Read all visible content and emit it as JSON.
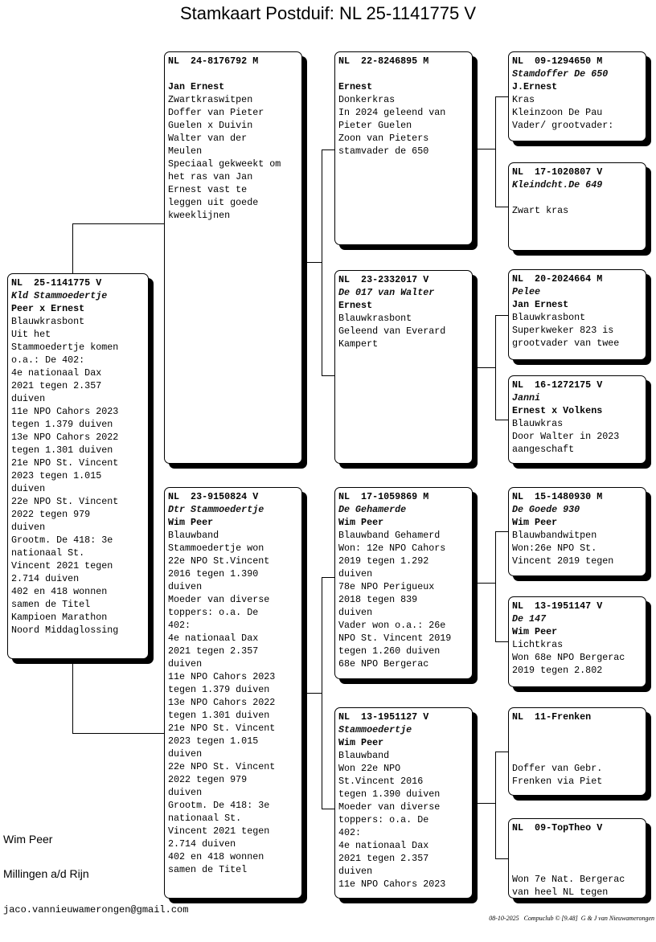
{
  "title": "Stamkaart Postduif: NL  25-1141775 V",
  "pigeons": [
    {
      "ring": "NL  25-1141775 V",
      "name": "Kld Stammoedertje",
      "breeder": "Peer x Ernest",
      "lines": [
        "Blauwkrasbont",
        "Uit het",
        "Stammoedertje komen",
        "o.a.: De 402:",
        "4e nationaal Dax",
        "2021 tegen 2.357",
        "duiven",
        "11e NPO Cahors 2023",
        "tegen 1.379 duiven",
        "13e NPO Cahors 2022",
        "tegen 1.301 duiven",
        "21e NPO St. Vincent",
        "2023 tegen 1.015",
        "duiven",
        "22e NPO St. Vincent",
        "2022 tegen 979",
        "duiven",
        "Grootm. De 418: 3e",
        "nationaal St.",
        "Vincent 2021 tegen",
        "2.714 duiven",
        "402 en 418 wonnen",
        "samen de Titel",
        "Kampioen Marathon",
        "Noord Middaglossing"
      ]
    },
    {
      "ring": "NL  24-8176792 M",
      "name": "",
      "breeder": "Jan Ernest",
      "lines": [
        "Zwartkraswitpen",
        "Doffer van Pieter",
        "Guelen x Duivin",
        "Walter van der",
        "Meulen",
        "Speciaal gekweekt om",
        "het ras van Jan",
        "Ernest vast te",
        "leggen uit goede",
        "kweeklijnen"
      ]
    },
    {
      "ring": "NL  23-9150824 V",
      "name": "Dtr Stammoedertje",
      "breeder": "Wim Peer",
      "lines": [
        "Blauwband",
        "Stammoedertje won",
        "22e NPO St.Vincent",
        "2016 tegen 1.390",
        "duiven",
        "Moeder van diverse",
        "toppers: o.a. De",
        "402:",
        "4e nationaal Dax",
        "2021 tegen 2.357",
        "duiven",
        "11e NPO Cahors 2023",
        "tegen 1.379 duiven",
        "13e NPO Cahors 2022",
        "tegen 1.301 duiven",
        "21e NPO St. Vincent",
        "2023 tegen 1.015",
        "duiven",
        "22e NPO St. Vincent",
        "2022 tegen 979",
        "duiven",
        "Grootm. De 418: 3e",
        "nationaal St.",
        "Vincent 2021 tegen",
        "2.714 duiven",
        "402 en 418 wonnen",
        "samen de Titel"
      ]
    },
    {
      "ring": "NL  22-8246895 M",
      "name": "",
      "breeder": "Ernest",
      "lines": [
        "Donkerkras",
        "In 2024 geleend van",
        "Pieter Guelen",
        "Zoon van Pieters",
        "stamvader de 650"
      ]
    },
    {
      "ring": "NL  23-2332017 V",
      "name": "De 017 van Walter",
      "breeder": "Ernest",
      "lines": [
        "Blauwkrasbont",
        "Geleend van Everard",
        "Kampert"
      ]
    },
    {
      "ring": "NL  17-1059869 M",
      "name": "De Gehamerde",
      "breeder": "Wim Peer",
      "lines": [
        "Blauwband Gehamerd",
        "Won: 12e NPO Cahors",
        "2019 tegen 1.292",
        "duiven",
        "78e NPO Perigueux",
        "2018 tegen 839",
        "duiven",
        "Vader won o.a.: 26e",
        "NPO St. Vincent 2019",
        "tegen 1.260 duiven",
        "68e NPO Bergerac"
      ]
    },
    {
      "ring": "NL  13-1951127 V",
      "name": "Stammoedertje",
      "breeder": "Wim Peer",
      "lines": [
        "Blauwband",
        "Won 22e NPO",
        "St.Vincent 2016",
        "tegen 1.390 duiven",
        "Moeder van diverse",
        "toppers: o.a. De",
        "402:",
        "4e nationaal Dax",
        "2021 tegen 2.357",
        "duiven",
        "11e NPO Cahors 2023"
      ]
    },
    {
      "ring": "NL  09-1294650 M",
      "name": "Stamdoffer De 650",
      "breeder": "J.Ernest",
      "lines": [
        "Kras",
        "Kleinzoon De Pau",
        "Vader/ grootvader:"
      ]
    },
    {
      "ring": "NL  17-1020807 V",
      "name": "Kleindcht.De 649",
      "breeder": "",
      "lines": [
        "Zwart kras"
      ]
    },
    {
      "ring": "NL  20-2024664 M",
      "name": "Pelee",
      "breeder": "Jan Ernest",
      "lines": [
        "Blauwkrasbont",
        "Superkweker 823 is",
        "grootvader van twee"
      ]
    },
    {
      "ring": "NL  16-1272175 V",
      "name": "Janni",
      "breeder": "Ernest x Volkens",
      "lines": [
        "Blauwkras",
        "Door Walter in 2023",
        "aangeschaft"
      ]
    },
    {
      "ring": "NL  15-1480930 M",
      "name": "De Goede 930",
      "breeder": "Wim Peer",
      "lines": [
        "Blauwbandwitpen",
        "Won:26e NPO St.",
        "Vincent 2019 tegen"
      ]
    },
    {
      "ring": "NL  13-1951147 V",
      "name": "De 147",
      "breeder": "Wim Peer",
      "lines": [
        "Lichtkras",
        "Won 68e NPO Bergerac",
        "2019 tegen 2.802"
      ]
    },
    {
      "ring": "NL  11-Frenken",
      "name": "",
      "breeder": "",
      "lines": [
        "",
        "Doffer van Gebr.",
        "Frenken via Piet"
      ]
    },
    {
      "ring": "NL  09-TopTheo V",
      "name": "",
      "breeder": "",
      "lines": [
        "",
        "Won 7e Nat. Bergerac",
        "van heel NL tegen"
      ]
    }
  ],
  "owner": {
    "name": "Wim Peer",
    "place": "Millingen a/d Rijn",
    "email": "jaco.vannieuwamerongen@gmail.com"
  },
  "footer": "08-10-2025   Compuclub © [9.48]  G & J van Nieuwamerongen"
}
